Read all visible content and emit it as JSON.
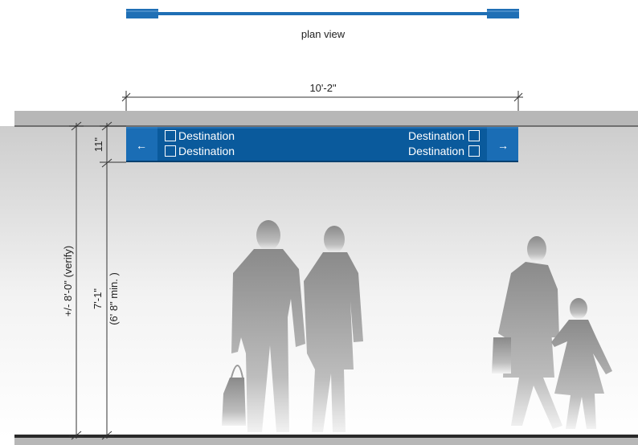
{
  "labels": {
    "plan_view": "plan view",
    "sign_width": "10'-2\"",
    "sign_height": "11\"",
    "ceiling_height": "+/- 8'-0\" (verify)",
    "clearance": "7'-1\"",
    "clearance_min": "(6' 8\" min. )"
  },
  "sign": {
    "left_row1": "Destination",
    "left_row2": "Destination",
    "right_row1": "Destination",
    "right_row2": "Destination",
    "left_arrow": "←",
    "right_arrow": "→"
  },
  "colors": {
    "sign_blue": "#0a5a9c",
    "plan_blue": "#1f6fb5",
    "ceiling_gray": "#b7b7b7",
    "floor": "#2a2a2a",
    "silhouette": "#8e8e8e"
  },
  "icons": [
    "left-arrow-icon",
    "right-arrow-icon",
    "checkbox-icon"
  ]
}
